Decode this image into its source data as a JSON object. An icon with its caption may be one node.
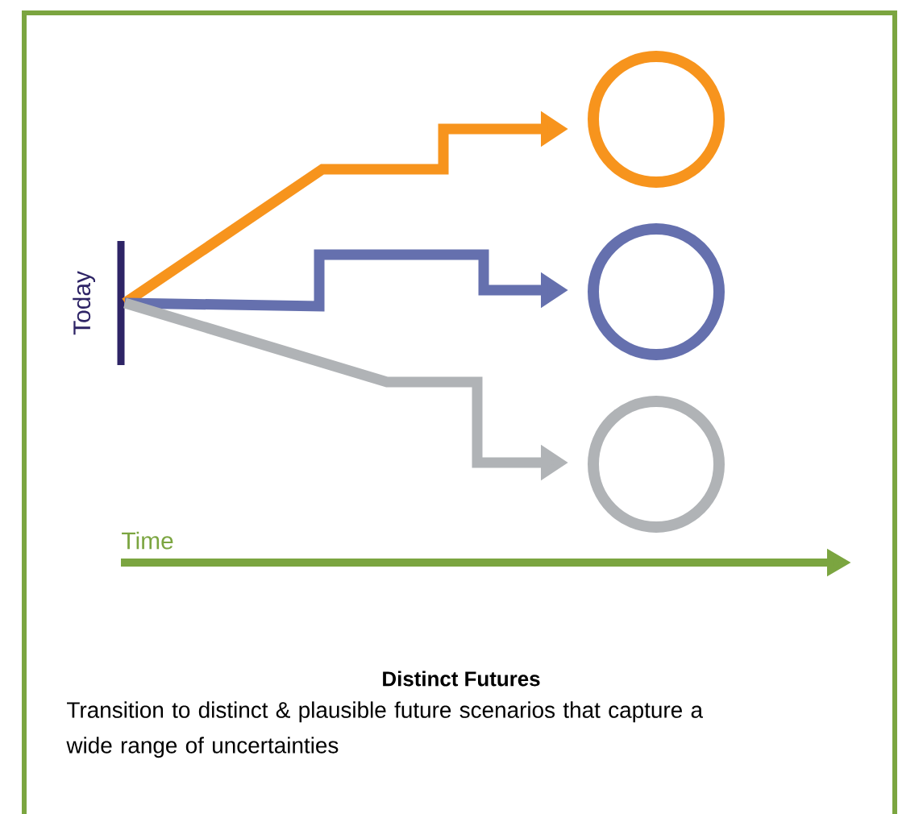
{
  "diagram": {
    "title": "Distinct Futures",
    "caption": "Transition to distinct & plausible future scenarios that capture a wide range of uncertainties",
    "nodes": [
      {
        "text": [],
        "shape": "bar",
        "beside": [
          "Today"
        ]
      },
      {
        "text": [],
        "shape": "circle"
      },
      {
        "text": [],
        "shape": "circle"
      },
      {
        "text": [],
        "shape": "circle"
      }
    ],
    "edges": [
      {
        "from": 0,
        "to": 1,
        "arrow": "to",
        "color": "#f7941d"
      },
      {
        "from": 0,
        "to": 2,
        "arrow": "to",
        "color": "#6570ae"
      },
      {
        "from": 0,
        "to": 3,
        "arrow": "to",
        "color": "#b0b3b6"
      }
    ],
    "labels": [
      "Time"
    ]
  }
}
